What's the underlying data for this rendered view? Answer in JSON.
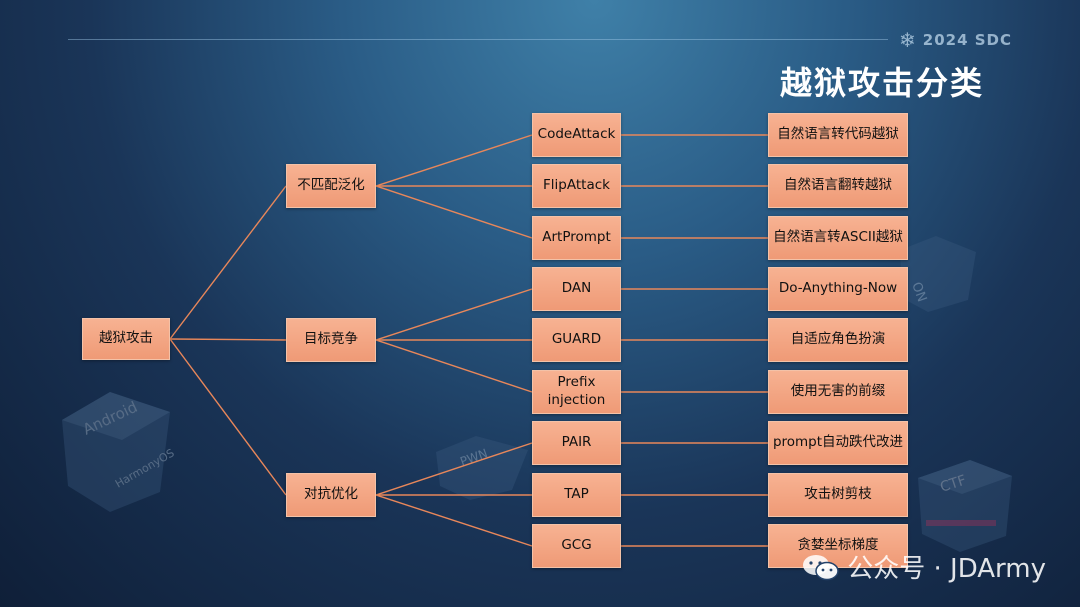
{
  "header": {
    "event": "2024 SDC",
    "title": "越狱攻击分类"
  },
  "diagram": {
    "root": "越狱攻击",
    "categories": [
      {
        "label": "不匹配泛化",
        "methods": [
          {
            "label": "CodeAttack",
            "desc": "自然语言转代码越狱"
          },
          {
            "label": "FlipAttack",
            "desc": "自然语言翻转越狱"
          },
          {
            "label": "ArtPrompt",
            "desc": "自然语言转ASCII越狱"
          }
        ]
      },
      {
        "label": "目标竞争",
        "methods": [
          {
            "label": "DAN",
            "desc": "Do-Anything-Now"
          },
          {
            "label": "GUARD",
            "desc": "自适应角色扮演"
          },
          {
            "label": "Prefix injection",
            "desc": "使用无害的前缀"
          }
        ]
      },
      {
        "label": "对抗优化",
        "methods": [
          {
            "label": "PAIR",
            "desc": "prompt自动跌代改进"
          },
          {
            "label": "TAP",
            "desc": "攻击树剪枝"
          },
          {
            "label": "GCG",
            "desc": "贪婪坐标梯度"
          }
        ]
      }
    ]
  },
  "background_cubes": [
    "Android",
    "HarmonyOS",
    "PWN",
    "CTF",
    "ON"
  ],
  "watermark": {
    "text": "公众号 · JDArmy"
  },
  "colors": {
    "node_fill": "#f4a482",
    "connector": "#e8875a"
  }
}
